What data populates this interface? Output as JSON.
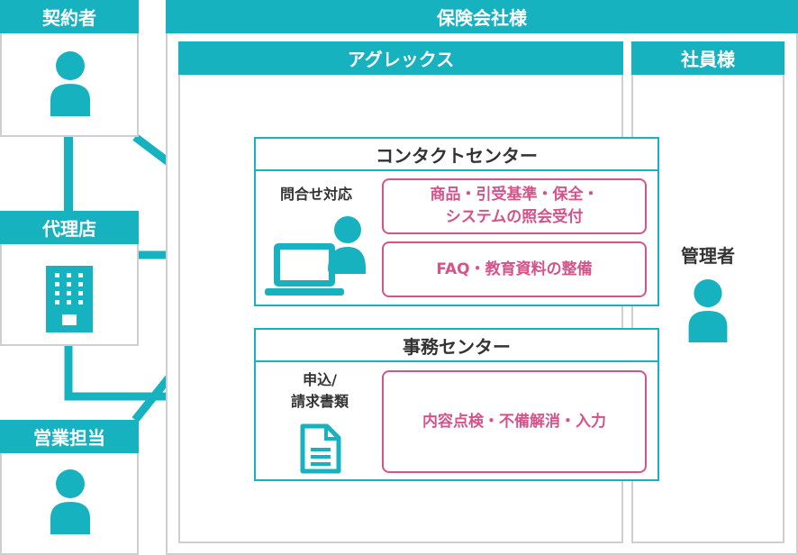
{
  "insurer": {
    "title": "保険会社様"
  },
  "agrex": {
    "title": "アグレックス"
  },
  "staff": {
    "title": "社員様",
    "manager_label": "管理者"
  },
  "contact_center": {
    "title": "コンタクトセンター",
    "inquiry_label": "問合せ対応",
    "box1_line1": "商品・引受基準・保全・",
    "box1_line2": "システムの照会受付",
    "box2": "FAQ・教育資料の整備"
  },
  "office_center": {
    "title": "事務センター",
    "doc_label_line1": "申込/",
    "doc_label_line2": "請求書類",
    "box": "内容点検・不備解消・入力"
  },
  "left": {
    "contractor": "契約者",
    "agency": "代理店",
    "sales": "営業担当"
  },
  "colors": {
    "teal": "#17b2c0",
    "pink": "#d4538b",
    "gray_border": "#cfcfcf"
  }
}
